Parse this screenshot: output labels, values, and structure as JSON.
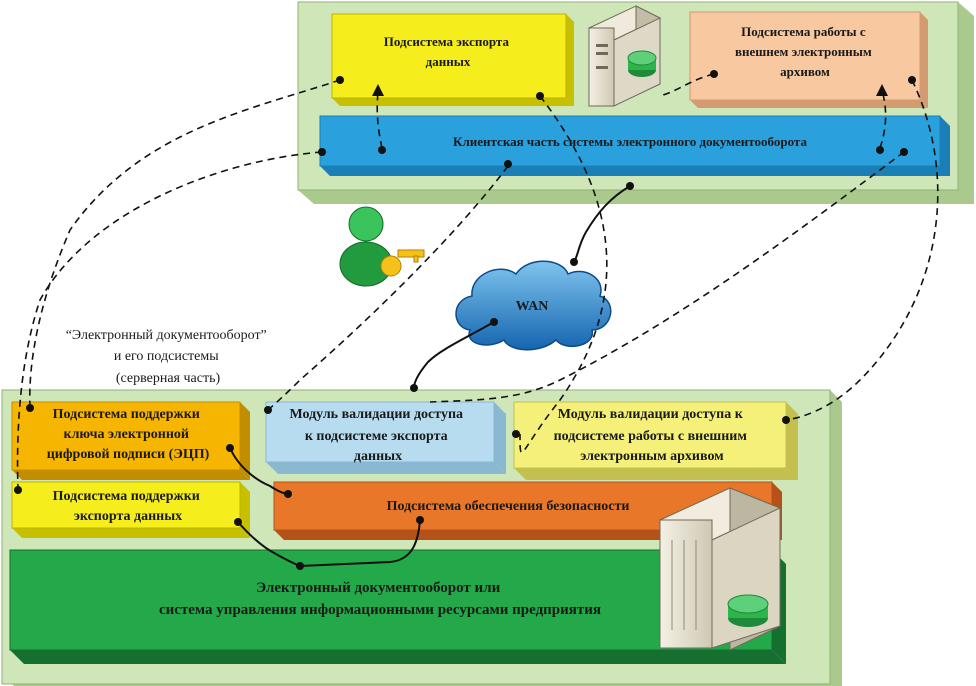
{
  "client": {
    "export_box": [
      "Подсистема экспорта",
      "данных"
    ],
    "archive_box": [
      "Подсистема работы с",
      "внешнем электронным",
      "архивом"
    ],
    "client_bar": "Клиентская часть системы электронного документооборота"
  },
  "wan_label": "WAN",
  "server_caption": [
    "“Электронный документооборот”",
    "и его подсистемы",
    "(серверная часть)"
  ],
  "server": {
    "ecp_box": [
      "Подсистема поддержки",
      "ключа электронной",
      "цифровой подписи (ЭЦП)"
    ],
    "export_support_box": [
      "Подсистема поддержки",
      "экспорта данных"
    ],
    "validation_export_box": [
      "Модуль валидации доступа",
      "к подсистеме экспорта",
      "данных"
    ],
    "validation_archive_box": [
      "Модуль валидации доступа к",
      "подсистеме работы с внешним",
      "электронным архивом"
    ],
    "security_box": "Подсистема обеспечения безопасности",
    "edms_box": [
      "Электронный документооборот или",
      "система управления информационными ресурсами предприятия"
    ]
  },
  "colors": {
    "panel": "#cfe6b8",
    "yellow": "#f5ee1c",
    "orange": "#f6b500",
    "peach": "#f8c8a0",
    "blue": "#2aa1dc",
    "lightblue": "#b8dcef",
    "pale_yellow": "#f4f07a",
    "red_orange": "#e8772a",
    "green": "#23a84a"
  }
}
